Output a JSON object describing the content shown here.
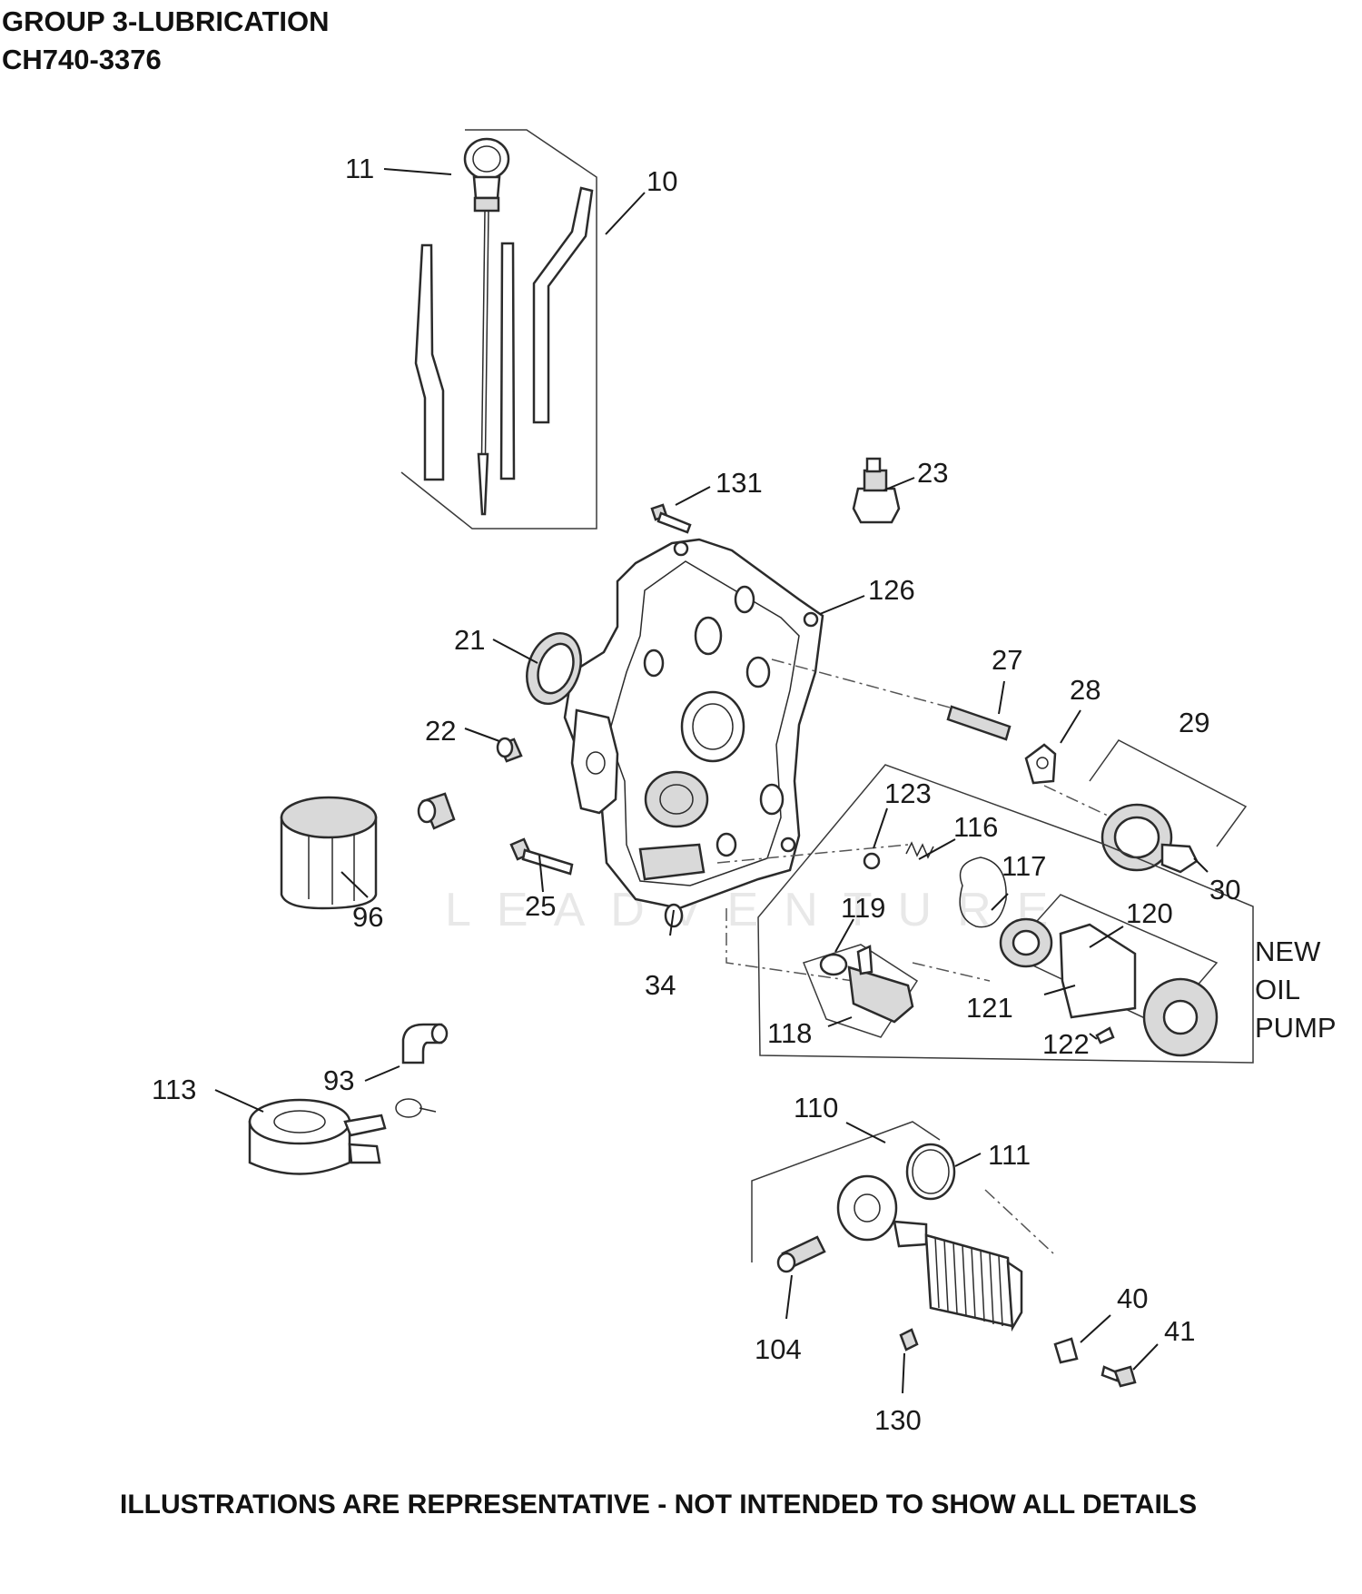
{
  "header": {
    "group_title": "GROUP 3-LUBRICATION",
    "model": "CH740-3376"
  },
  "footer": {
    "disclaimer": "ILLUSTRATIONS ARE REPRESENTATIVE - NOT INTENDED TO SHOW ALL DETAILS"
  },
  "watermark": "LEADVENTURE",
  "callouts": {
    "c10": "10",
    "c11": "11",
    "c21": "21",
    "c22": "22",
    "c23": "23",
    "c25": "25",
    "c27": "27",
    "c28": "28",
    "c29": "29",
    "c30": "30",
    "c34": "34",
    "c40": "40",
    "c41": "41",
    "c93": "93",
    "c96": "96",
    "c104": "104",
    "c110": "110",
    "c111": "111",
    "c113": "113",
    "c116": "116",
    "c117": "117",
    "c118": "118",
    "c119": "119",
    "c120": "120",
    "c121": "121",
    "c122": "122",
    "c123": "123",
    "c126": "126",
    "c130": "130",
    "c131": "131"
  },
  "new_oil_pump": {
    "line1": "NEW",
    "line2": "OIL",
    "line3": "PUMP"
  }
}
